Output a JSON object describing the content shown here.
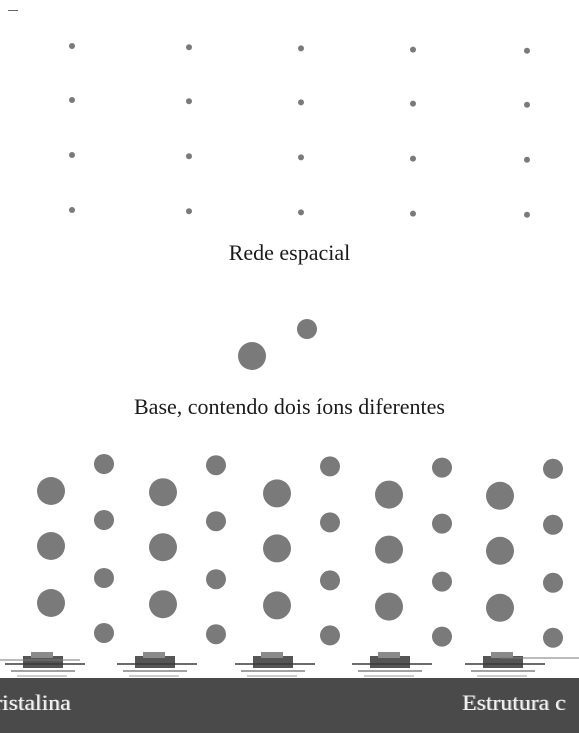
{
  "captions": {
    "lattice": "Rede espacial",
    "basis": "Base, contendo dois íons diferentes"
  },
  "bottom_band": {
    "left_text": "ristalina",
    "right_text": "Estrutura c"
  },
  "colors": {
    "ion": "#7a7a7a",
    "lattice_point": "#7a7a7a",
    "band": "#4a4a4a",
    "band_text": "#f2f2f2"
  }
}
